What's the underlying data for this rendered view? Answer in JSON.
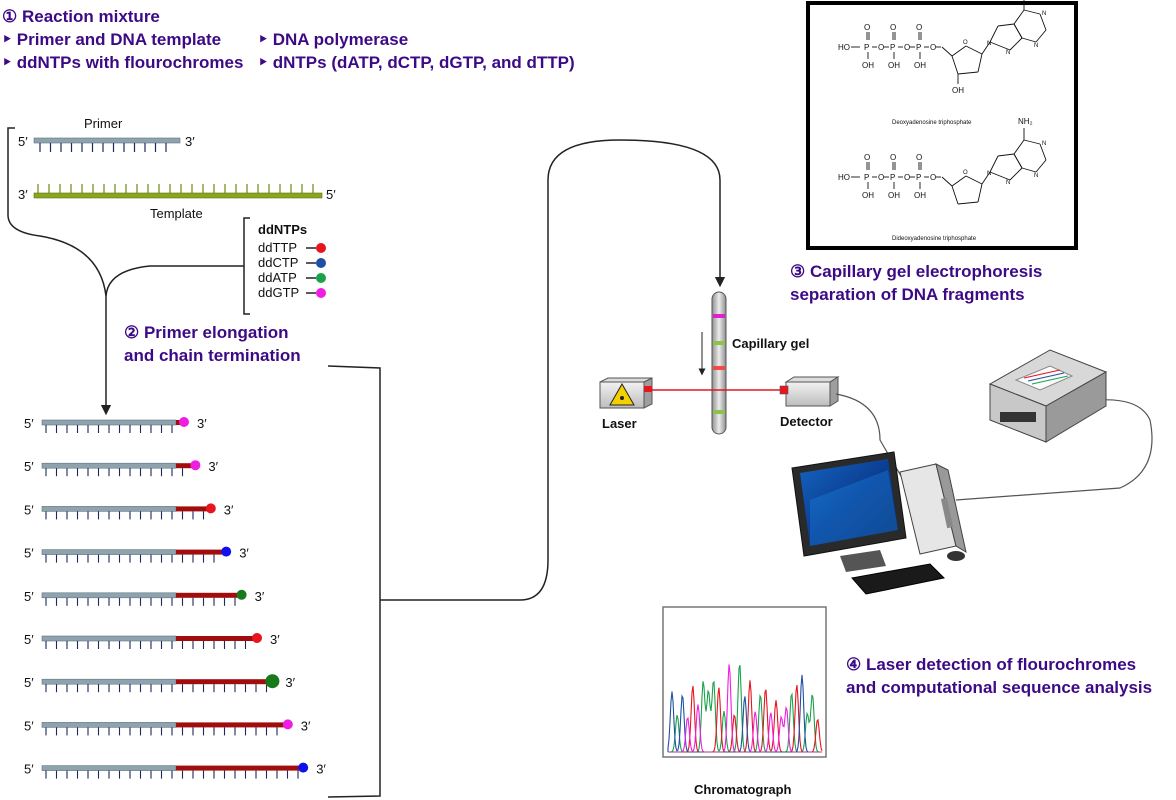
{
  "steps": {
    "s1_title": "① Reaction mixture",
    "s1_items": [
      "‣ Primer and DNA template",
      "‣ DNA polymerase",
      "‣ ddNTPs with flourochromes",
      "‣ dNTPs (dATP, dCTP, dGTP, and dTTP)"
    ],
    "s2_line1": "② Primer elongation",
    "s2_line2": "and chain termination",
    "s3_line1": "③ Capillary gel electrophoresis",
    "s3_line2": "separation of DNA fragments",
    "s4_line1": "④ Laser detection of flourochromes",
    "s4_line2": "and computational sequence analysis"
  },
  "labels": {
    "primer": "Primer",
    "template": "Template",
    "five": "5′",
    "three": "3′",
    "capillary_gel": "Capillary gel",
    "laser": "Laser",
    "detector": "Detector",
    "chromatograph": "Chromatograph"
  },
  "ddntps": {
    "title": "ddNTPs",
    "items": [
      {
        "name": "ddTTP",
        "color": "#e8141e"
      },
      {
        "name": "ddCTP",
        "color": "#1f4fa6"
      },
      {
        "name": "ddATP",
        "color": "#1aa24a"
      },
      {
        "name": "ddGTP",
        "color": "#f01ee0"
      }
    ]
  },
  "molecules": {
    "top_caption": "Deoxyadenosine triphosphate",
    "bottom_caption": "Dideoxyadenosine triphosphate",
    "nh2": "NH₂",
    "oh": "OH",
    "ho": "HO",
    "p": "P",
    "o": "O",
    "n": "N"
  },
  "fragments": [
    {
      "ext": 0,
      "color": "#f01ee0"
    },
    {
      "ext": 1,
      "color": "#f01ee0"
    },
    {
      "ext": 2,
      "color": "#e8141e"
    },
    {
      "ext": 3,
      "color": "#1010ee"
    },
    {
      "ext": 4,
      "color": "#167a1a"
    },
    {
      "ext": 5,
      "color": "#e8141e"
    },
    {
      "ext": 6,
      "color": "#167a1a"
    },
    {
      "ext": 7,
      "color": "#f01ee0"
    },
    {
      "ext": 8,
      "color": "#1010ee"
    }
  ],
  "colors": {
    "step_text": "#3d0a85",
    "primer": "#8fa3ae",
    "template": "#8aa61f",
    "extension": "#a10c0c"
  }
}
